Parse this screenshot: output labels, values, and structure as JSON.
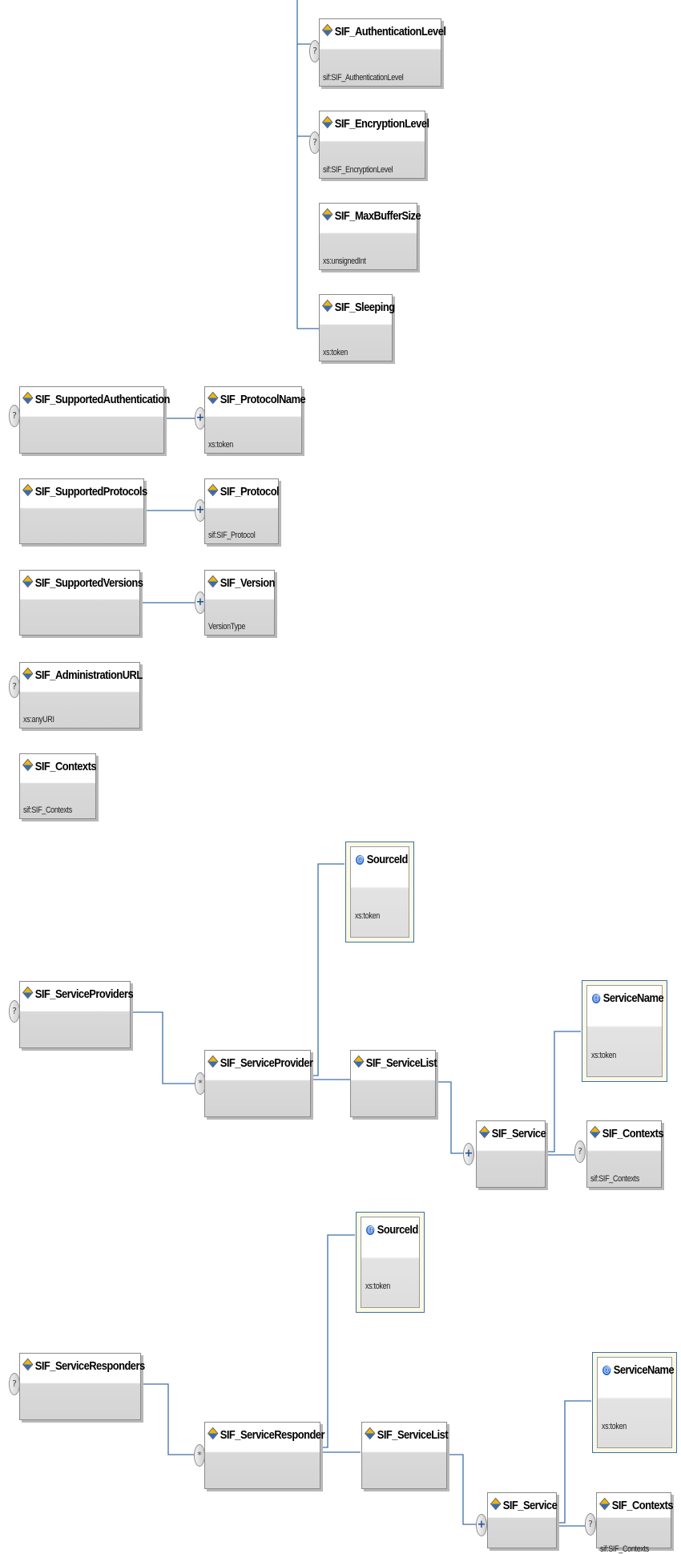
{
  "diagram": {
    "occurrence_symbols": {
      "optional": "?",
      "zero_or_more": "*",
      "sequence": "+"
    },
    "top_group": {
      "auth_level": {
        "name": "SIF_AuthenticationLevel",
        "type": "sif:SIF_AuthenticationLevel"
      },
      "encryption_level": {
        "name": "SIF_EncryptionLevel",
        "type": "sif:SIF_EncryptionLevel"
      },
      "max_buffer": {
        "name": "SIF_MaxBufferSize",
        "type": "xs:unsignedInt"
      },
      "sleeping": {
        "name": "SIF_Sleeping",
        "type": "xs:token"
      }
    },
    "supported_auth": {
      "name": "SIF_SupportedAuthentication",
      "child_name": "SIF_ProtocolName",
      "child_type": "xs:token"
    },
    "supported_protocols": {
      "name": "SIF_SupportedProtocols",
      "child_name": "SIF_Protocol",
      "child_type": "sif:SIF_Protocol"
    },
    "supported_versions": {
      "name": "SIF_SupportedVersions",
      "child_name": "SIF_Version",
      "child_type": "VersionType"
    },
    "admin_url": {
      "name": "SIF_AdministrationURL",
      "type": "xs:anyURI"
    },
    "contexts": {
      "name": "SIF_Contexts",
      "type": "sif:SIF_Contexts"
    },
    "service_providers": {
      "name": "SIF_ServiceProviders",
      "provider": "SIF_ServiceProvider",
      "source_id": {
        "name": "SourceId",
        "type": "xs:token"
      },
      "service_list": "SIF_ServiceList",
      "service": "SIF_Service",
      "service_name": {
        "name": "ServiceName",
        "type": "xs:token"
      },
      "contexts": {
        "name": "SIF_Contexts",
        "type": "sif:SIF_Contexts"
      }
    },
    "service_responders": {
      "name": "SIF_ServiceResponders",
      "responder": "SIF_ServiceResponder",
      "source_id": {
        "name": "SourceId",
        "type": "xs:token"
      },
      "service_list": "SIF_ServiceList",
      "service": "SIF_Service",
      "service_name": {
        "name": "ServiceName",
        "type": "xs:token"
      },
      "contexts": {
        "name": "SIF_Contexts",
        "type": "sif:SIF_Contexts"
      }
    }
  }
}
